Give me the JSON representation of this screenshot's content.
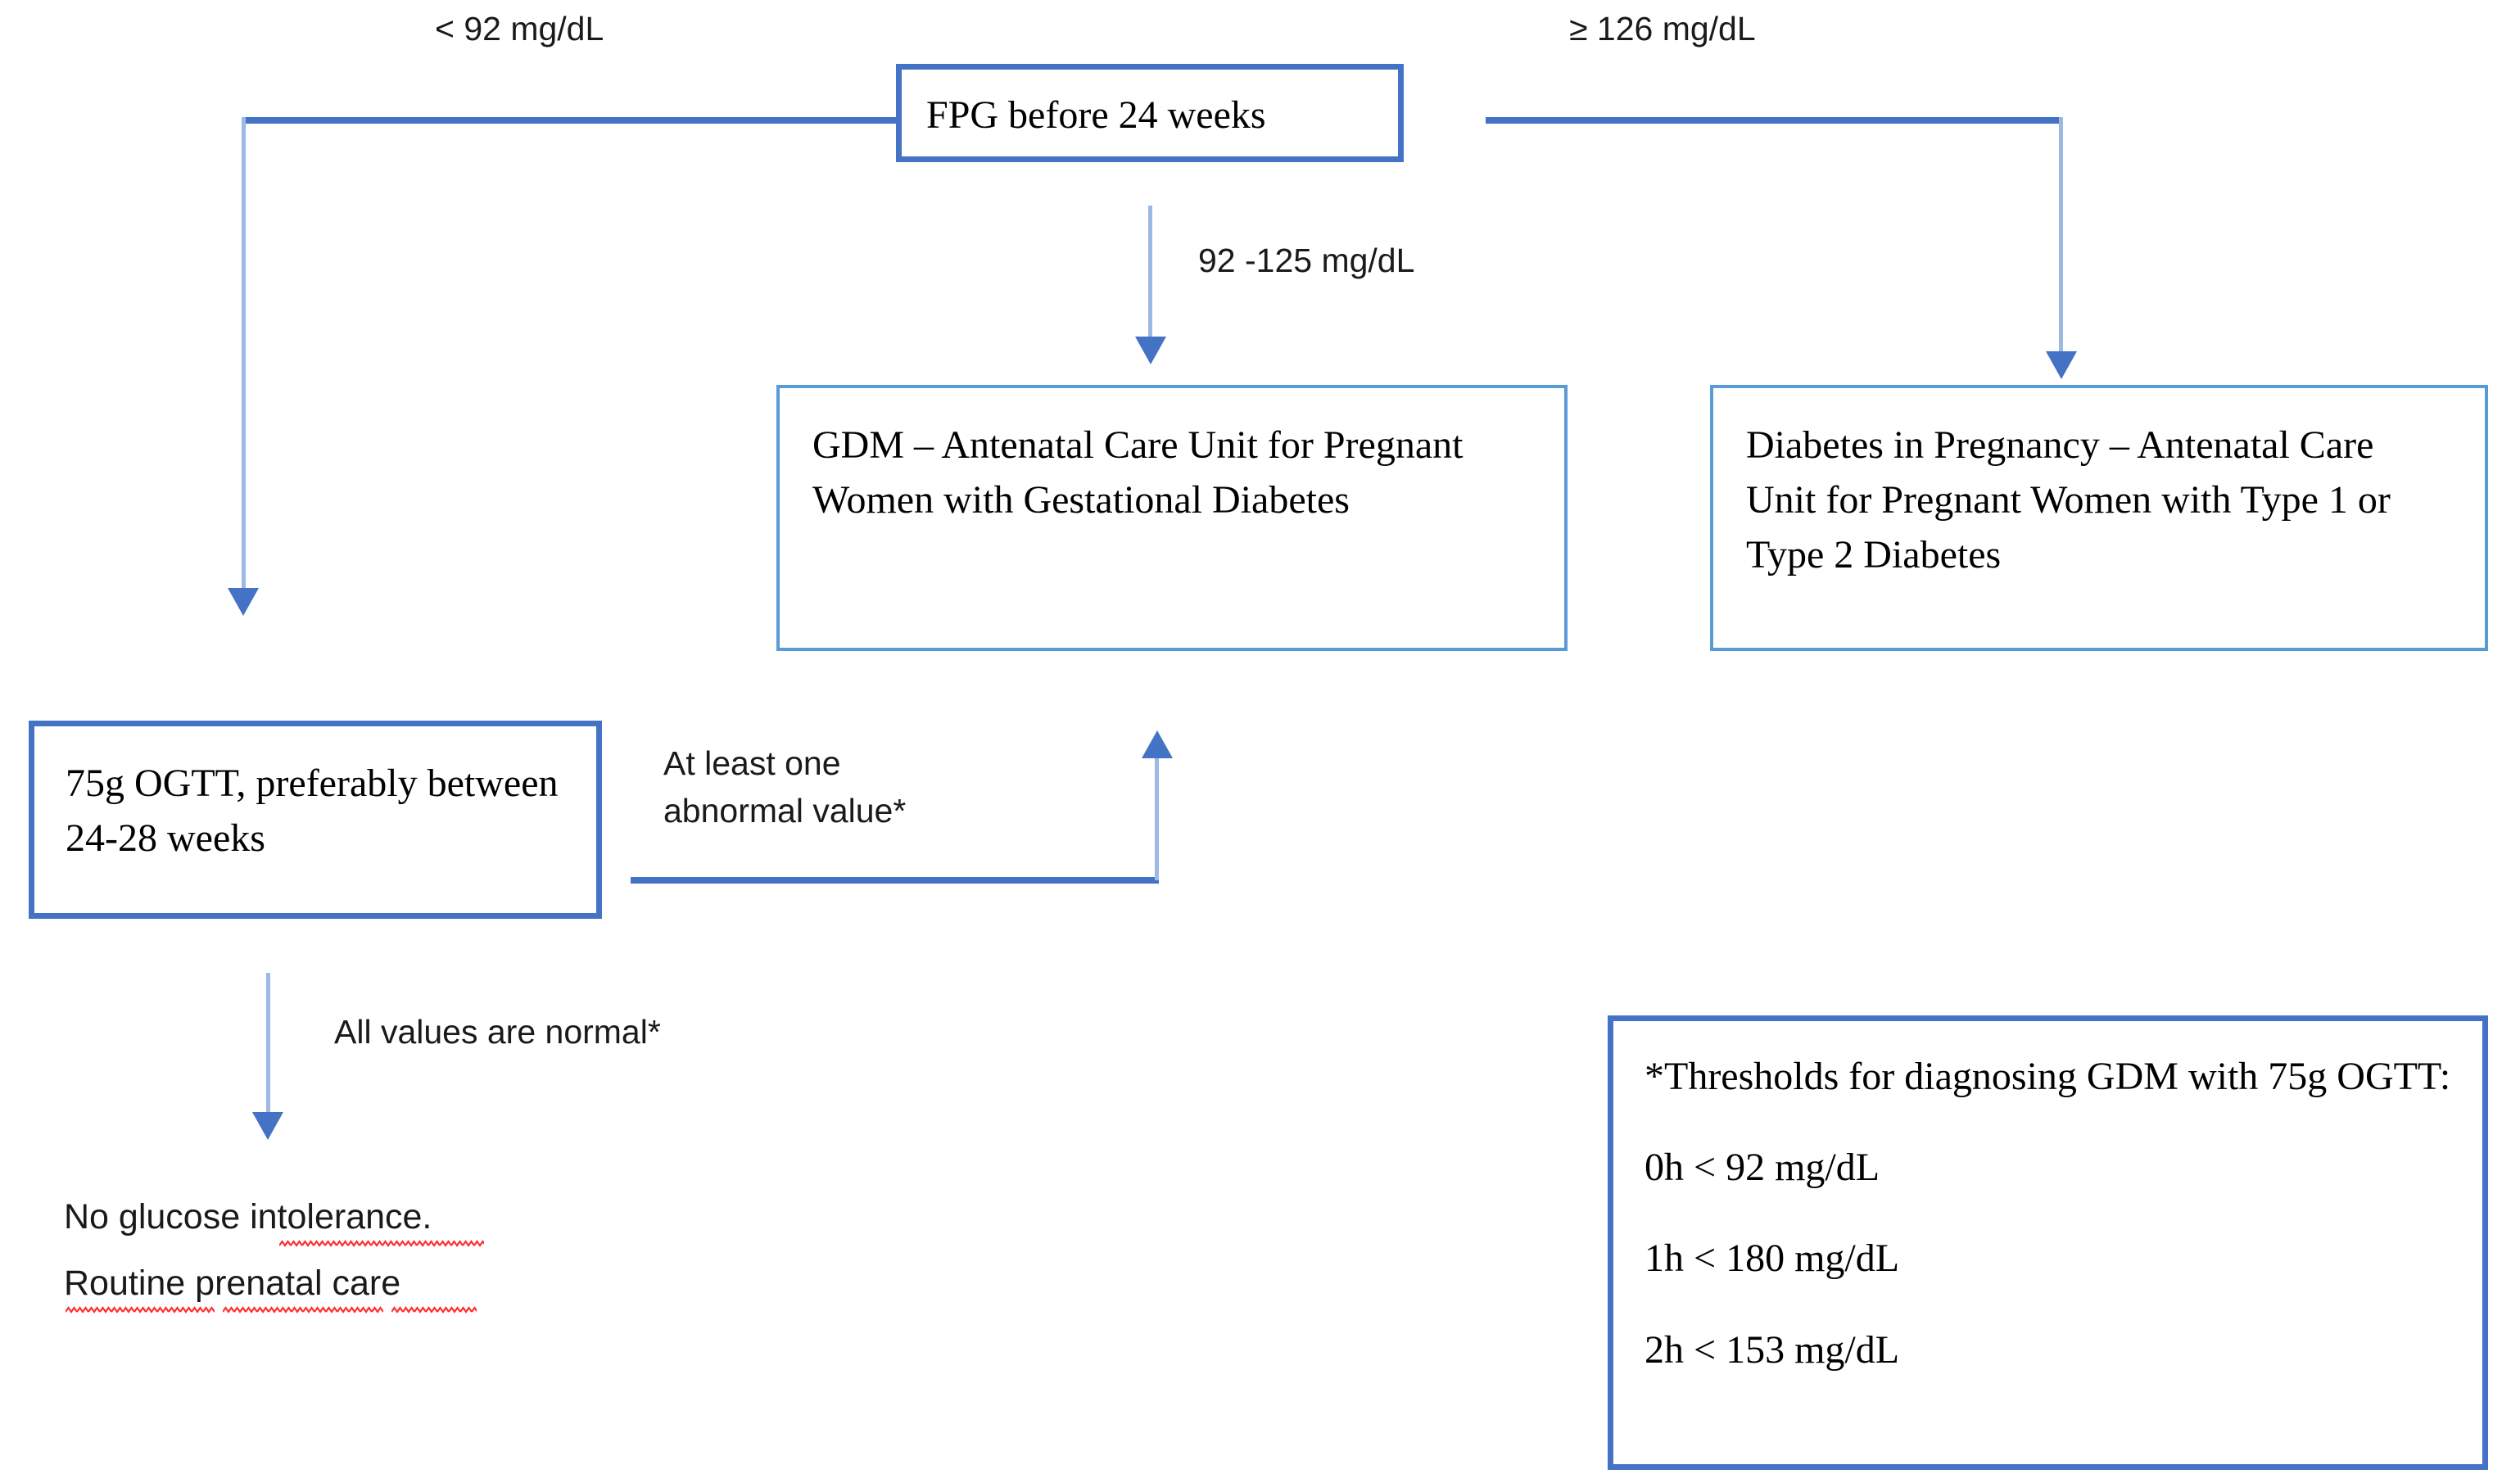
{
  "diagram": {
    "title": "GDM screening and diagnosis flowchart",
    "colors": {
      "box_border_thick": "#4472C4",
      "box_border_thin": "#5B9BD5",
      "connector": "#4472C4",
      "connector_light": "#9CB9E4",
      "text": "#000000",
      "spellcheck_underline": "#FF2D2D"
    }
  },
  "nodes": {
    "fpg": {
      "text": "FPG before 24 weeks"
    },
    "gdm": {
      "text": "GDM – Antenatal Care Unit for Pregnant Women with Gestational Diabetes"
    },
    "dip": {
      "text": "Diabetes in Pregnancy – Antenatal Care Unit for Pregnant Women with Type 1 or Type 2 Diabetes"
    },
    "ogtt": {
      "text": "75g OGTT, preferably between 24-28 weeks"
    },
    "thresholds": {
      "heading": "*Thresholds for diagnosing GDM with 75g OGTT:",
      "lines": [
        "0h < 92 mg/dL",
        "1h < 180 mg/dL",
        "2h < 153 mg/dL"
      ]
    }
  },
  "edge_labels": {
    "low": "< 92 mg/dL",
    "high": "≥ 126 mg/dL",
    "mid": "92 -125 mg/dL",
    "abnormal": "At least one\nabnormal value*",
    "normal": "All values are normal*"
  },
  "outcome": {
    "line1": "No glucose intolerance.",
    "line2": "Routine prenatal care"
  }
}
